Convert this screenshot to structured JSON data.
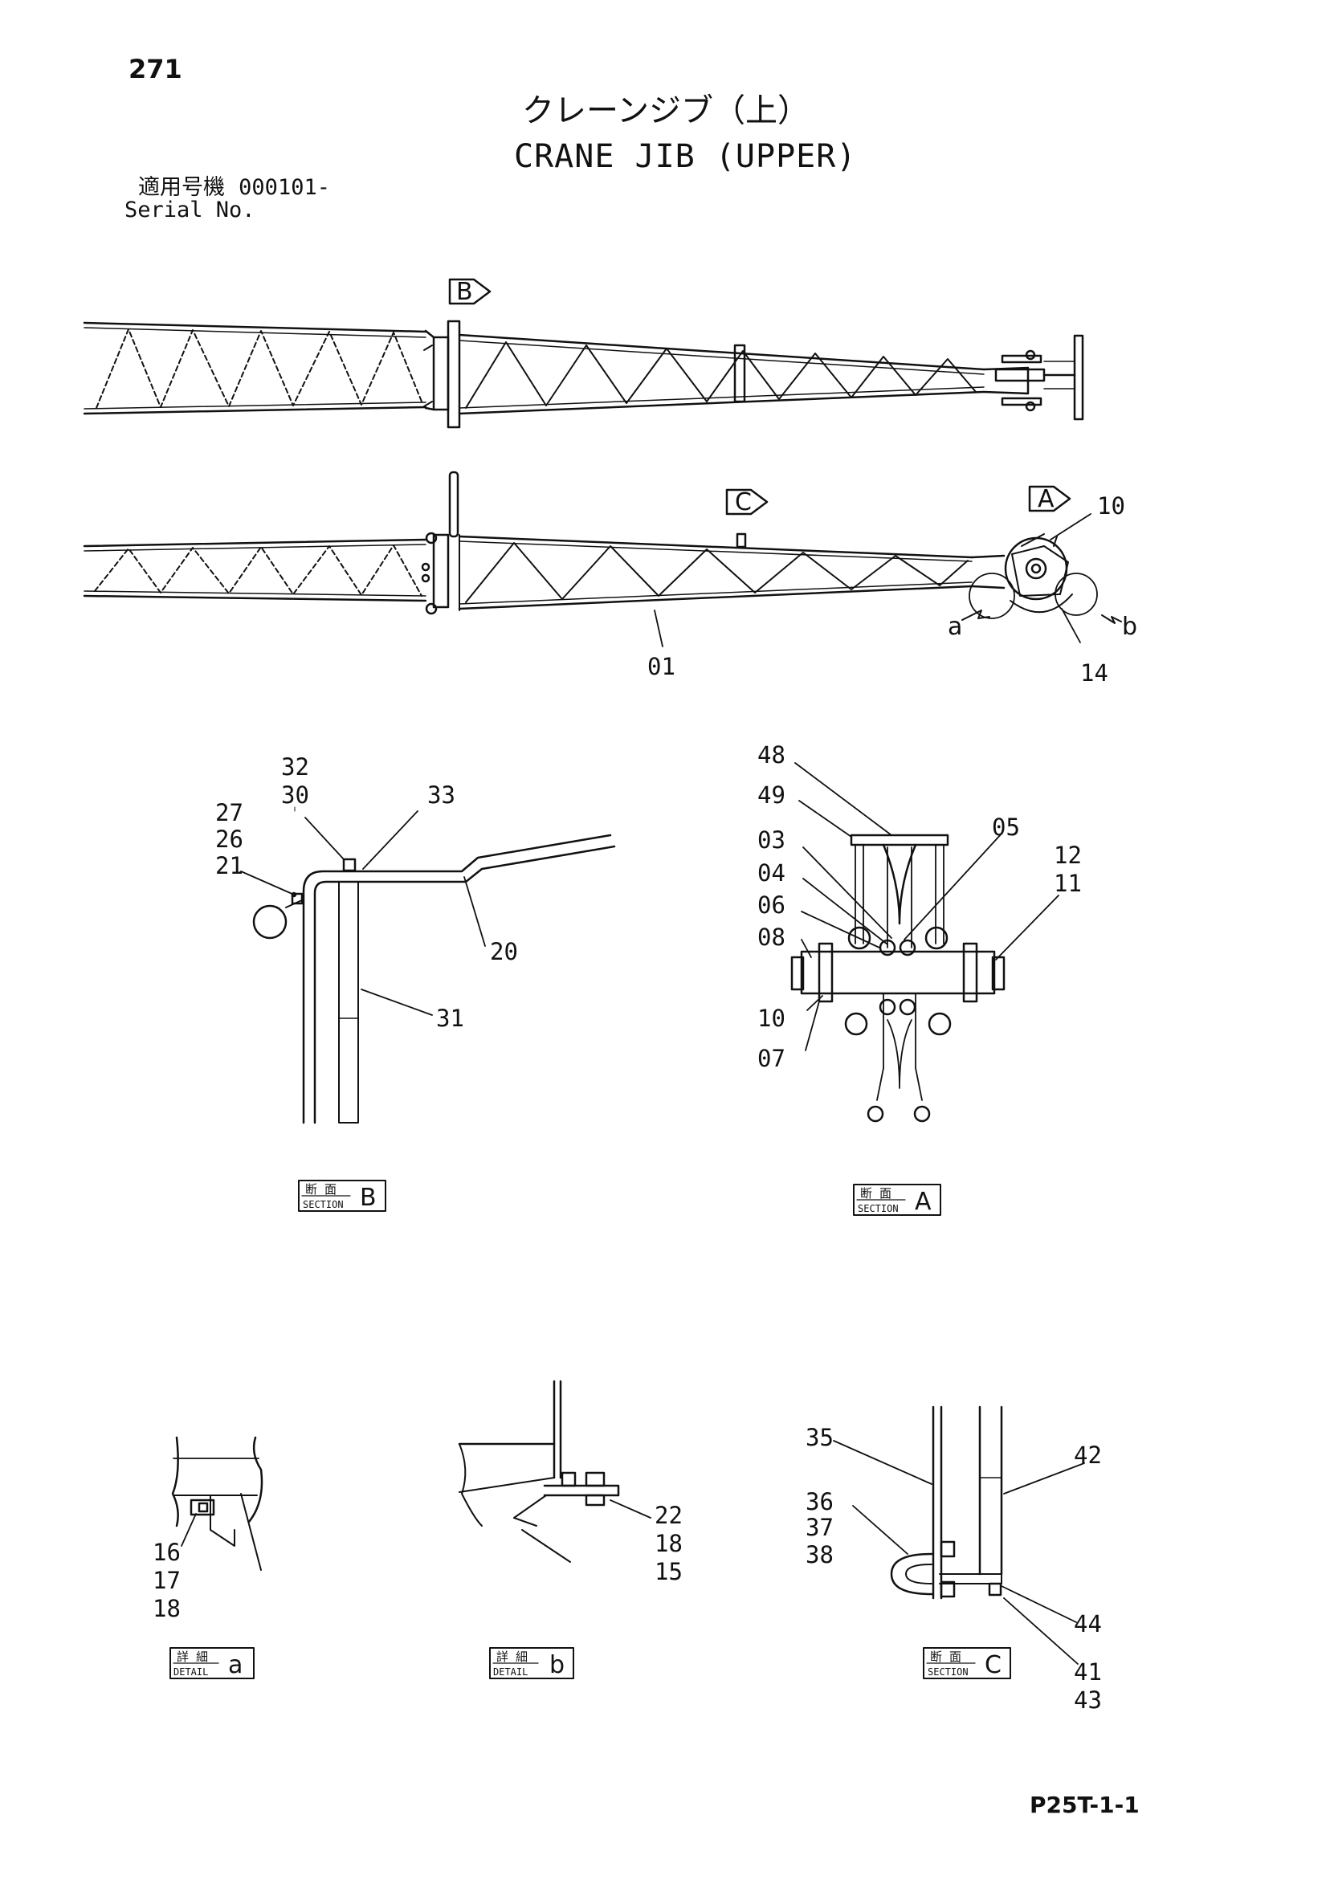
{
  "page_number": "271",
  "title_japanese": "クレーンジブ（上）",
  "title_english": "CRANE JIB (UPPER)",
  "serial": {
    "label_japanese": "適用号機",
    "value": "000101-",
    "label_english": "Serial No."
  },
  "view_markers": [
    "B",
    "C",
    "A"
  ],
  "side_arrow_labels": [
    "a",
    "b"
  ],
  "part_numbers": {
    "main_views": [
      "10",
      "01",
      "14"
    ],
    "section_b": [
      "32",
      "30",
      "33",
      "27",
      "26",
      "21",
      "20",
      "31"
    ],
    "section_a": [
      "48",
      "49",
      "03",
      "05",
      "04",
      "06",
      "08",
      "12",
      "11",
      "10",
      "07"
    ],
    "detail_a": [
      "16",
      "17",
      "18"
    ],
    "detail_b": [
      "22",
      "18",
      "15"
    ],
    "section_c": [
      "35",
      "42",
      "36",
      "37",
      "38",
      "44",
      "41",
      "43"
    ]
  },
  "view_captions": [
    {
      "kanji": "断 面",
      "english": "SECTION",
      "letter": "B"
    },
    {
      "kanji": "断 面",
      "english": "SECTION",
      "letter": "A"
    },
    {
      "kanji": "詳 細",
      "english": "DETAIL",
      "letter": "a"
    },
    {
      "kanji": "詳 細",
      "english": "DETAIL",
      "letter": "b"
    },
    {
      "kanji": "断 面",
      "english": "SECTION",
      "letter": "C"
    }
  ],
  "drawing_code": "P25T-1-1"
}
